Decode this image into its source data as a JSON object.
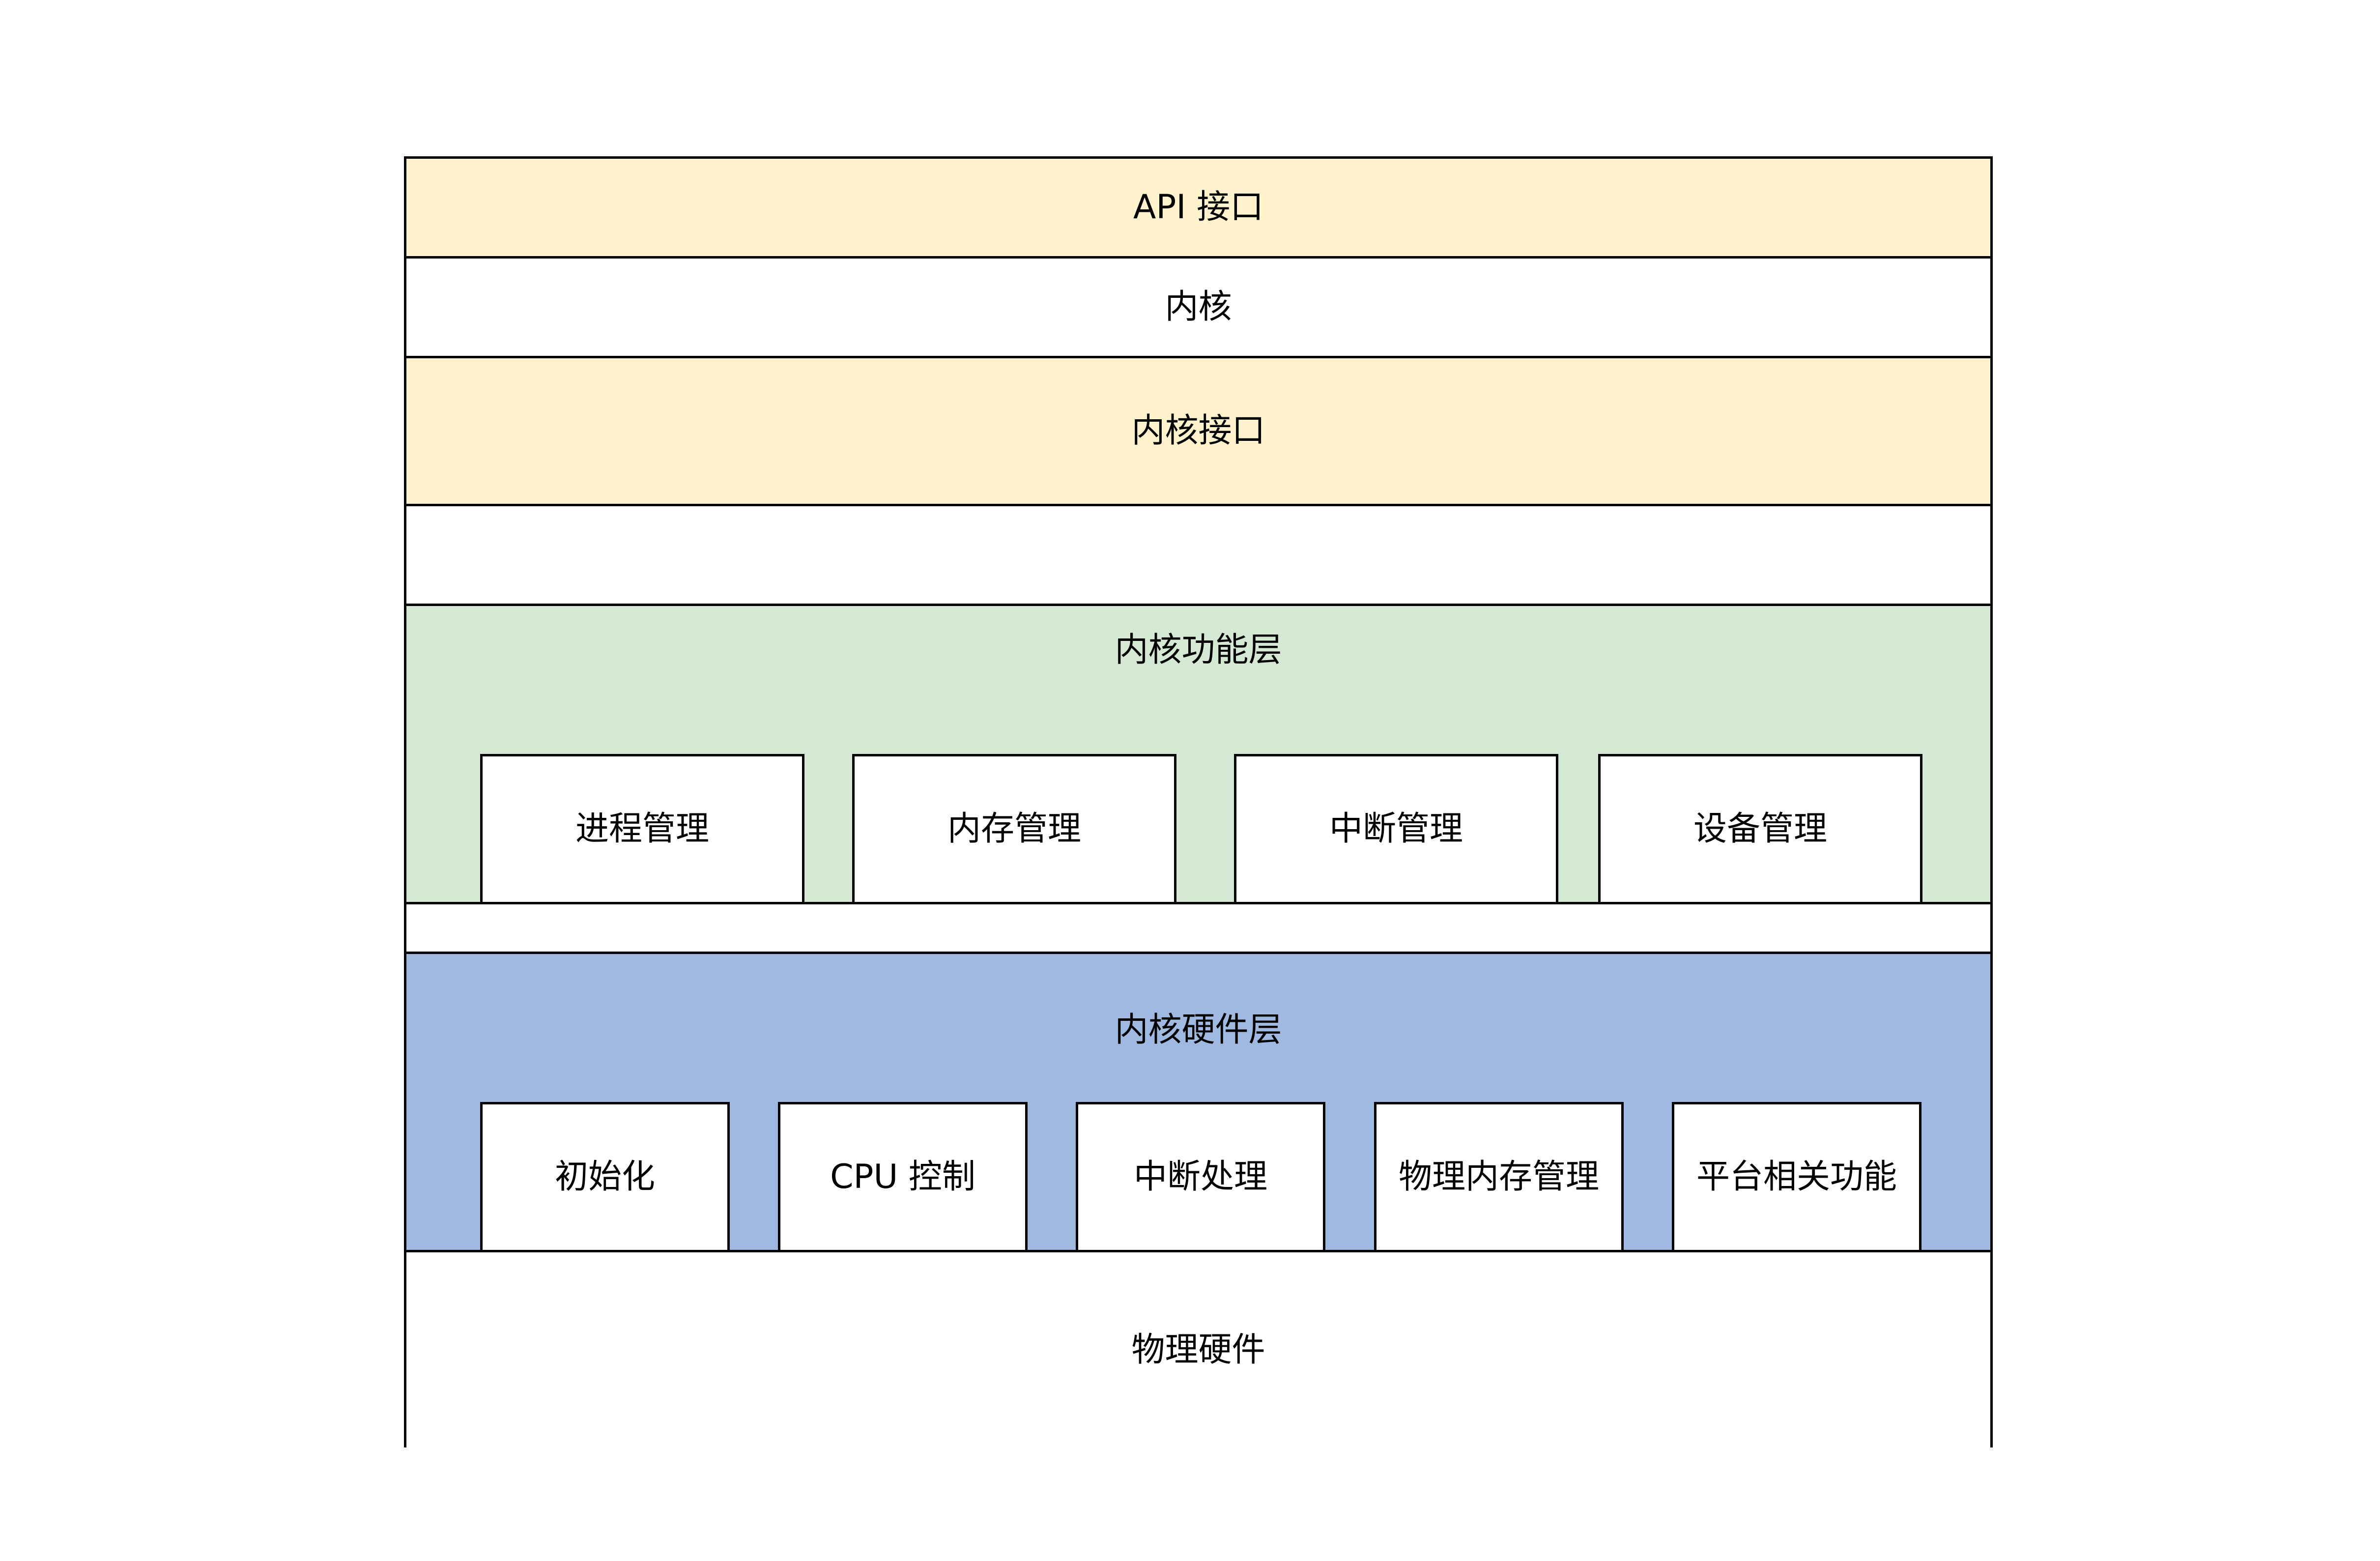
{
  "diagram": {
    "layers": {
      "api": {
        "label": "API 接口",
        "color": "#fff2cc"
      },
      "kernel": {
        "label": "内核",
        "color": "#ffffff"
      },
      "kernel_interface": {
        "label": "内核接口",
        "color": "#fff2cc"
      },
      "spacer_1": {
        "label": "",
        "color": "#ffffff"
      },
      "functional": {
        "label": "内核功能层",
        "color": "#d5e8d4",
        "modules": [
          "进程管理",
          "内存管理",
          "中断管理",
          "设备管理"
        ]
      },
      "spacer_2": {
        "label": "",
        "color": "#ffffff"
      },
      "hardware": {
        "label": "内核硬件层",
        "color": "#a0b9e0",
        "modules": [
          "初始化",
          "CPU 控制",
          "中断处理",
          "物理内存管理",
          "平台相关功能"
        ]
      },
      "physical": {
        "label": "物理硬件",
        "color": "#ffffff"
      }
    }
  }
}
